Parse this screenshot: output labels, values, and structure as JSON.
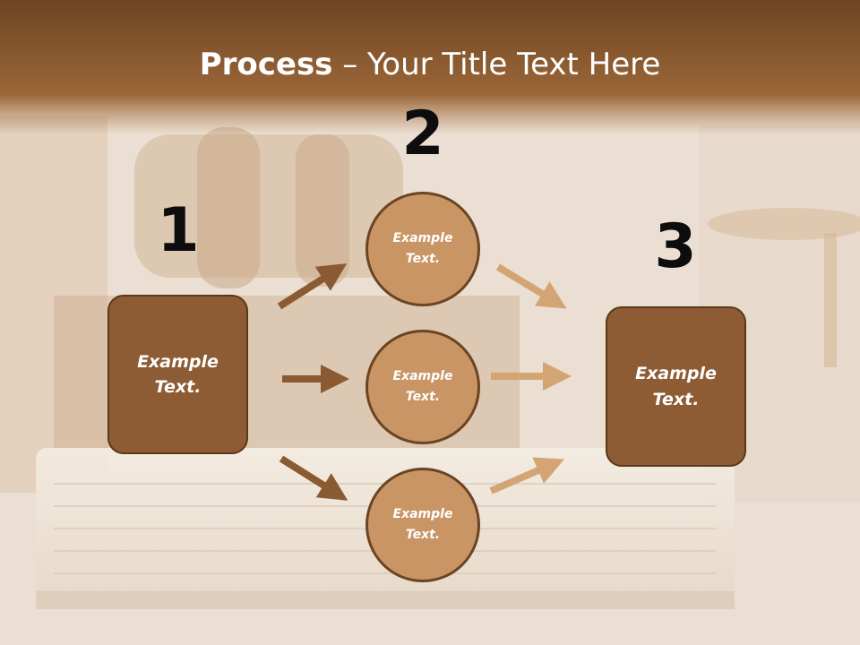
{
  "slide": {
    "title_bold": "Process",
    "title_rest": " – Your Title Text Here",
    "steps": [
      {
        "number": "1"
      },
      {
        "number": "2"
      },
      {
        "number": "3"
      }
    ],
    "left_box": {
      "text": "Example\nText."
    },
    "circles": [
      {
        "text": "Example\nText."
      },
      {
        "text": "Example\nText."
      },
      {
        "text": "Example\nText."
      }
    ],
    "right_box": {
      "text": "Example\nText."
    },
    "colors": {
      "header_brown": "#8a5a32",
      "box_fill": "#8d5c34",
      "circle_fill": "#c99565",
      "arrow_dark": "#8a5a32",
      "arrow_light": "#d4a574"
    }
  }
}
